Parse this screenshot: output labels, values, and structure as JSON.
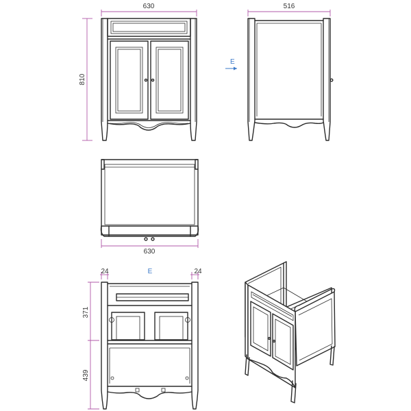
{
  "drawing": {
    "front_width": "630",
    "front_height": "810",
    "side_depth": "516",
    "top_width": "630",
    "section_mark": "E",
    "section_side_left": "24",
    "section_side_right": "24",
    "section_upper_height": "371",
    "section_lower_height": "439",
    "section_label": "E"
  },
  "colors": {
    "line": "#2b2b2b",
    "dimension": "#b05aa8",
    "section": "#3a78c8"
  }
}
